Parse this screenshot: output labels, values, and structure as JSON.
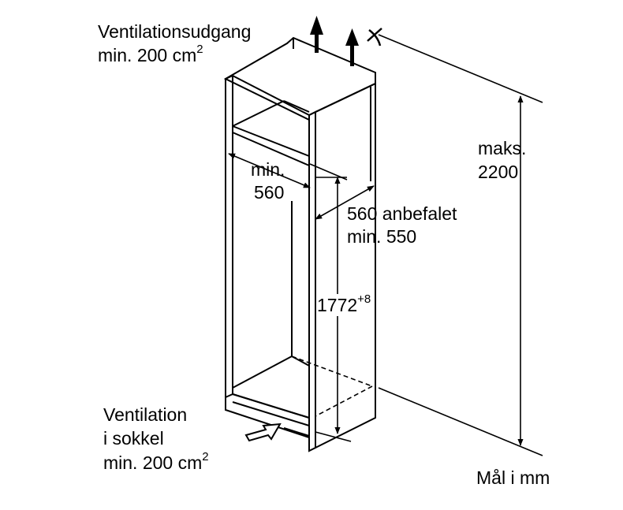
{
  "labels": {
    "vent_out_1": "Ventilationsudgang",
    "vent_out_2": "min. 200 cm",
    "vent_out_sup": "2",
    "width_1": "min.",
    "width_2": "560",
    "depth_1": "560 anbefalet",
    "depth_2": "min. 550",
    "max_1": "maks.",
    "max_2": "2200",
    "height_main": "1772",
    "height_sup": "+8",
    "vent_in_1": "Ventilation",
    "vent_in_2": "i sokkel",
    "vent_in_3": "min. 200 cm",
    "vent_in_sup": "2",
    "unit": "Mål i mm"
  }
}
